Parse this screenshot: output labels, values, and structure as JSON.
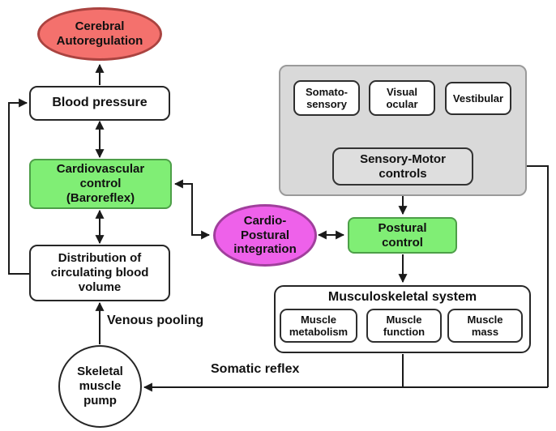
{
  "figure": {
    "nodes": {
      "cerebral_autoregulation": "Cerebral\nAutoregulation",
      "blood_pressure": "Blood pressure",
      "cardiovascular_control": "Cardiovascular\ncontrol\n(Baroreflex)",
      "distribution_circulating_blood_volume": "Distribution of\ncirculating blood\nvolume",
      "skeletal_muscle_pump": "Skeletal\nmuscle\npump",
      "cardio_postural_integration": "Cardio-\nPostural\nintegration",
      "somatosensory": "Somato-\nsensory",
      "visual_ocular": "Visual\nocular",
      "vestibular": "Vestibular",
      "sensory_motor_controls": "Sensory-Motor\ncontrols",
      "postural_control": "Postural\ncontrol",
      "musculoskeletal_system": "Musculoskeletal system",
      "muscle_metabolism": "Muscle\nmetabolism",
      "muscle_function": "Muscle\nfunction",
      "muscle_mass": "Muscle\nmass"
    },
    "edge_labels": {
      "venous_pooling": "Venous pooling",
      "somatic_reflex": "Somatic reflex"
    },
    "colors": {
      "red_fill": "#f4716d",
      "red_stroke": "#aa4340",
      "green_fill": "#80ee75",
      "green_stroke": "#4d9f48",
      "magenta_fill": "#ee61ea",
      "magenta_stroke": "#a03f9c",
      "panel_gray_fill": "#d9d9d9",
      "panel_gray_stroke": "#9a9a9a",
      "box_white_fill": "#ffffff",
      "line_color": "#1a1a1a"
    }
  }
}
